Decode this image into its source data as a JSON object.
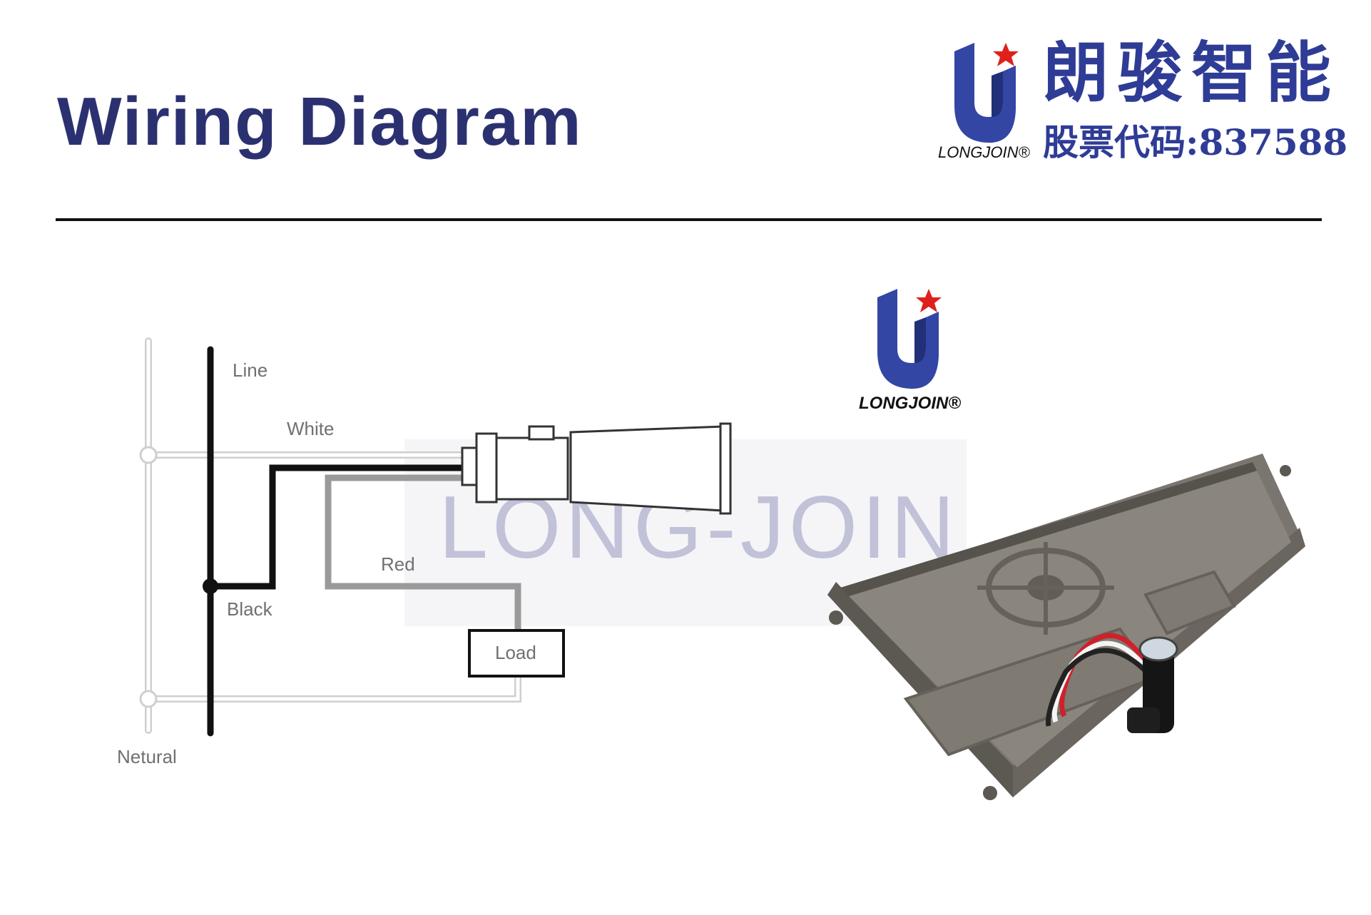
{
  "header": {
    "title": "Wiring Diagram",
    "brand_cn": "朗骏智能",
    "stock_code": "股票代码:837588",
    "logo_text": "LONGJOIN®"
  },
  "diagram": {
    "labels": {
      "line": "Line",
      "white": "White",
      "red": "Red",
      "black": "Black",
      "load": "Load",
      "neutral": "Netural"
    }
  },
  "product": {
    "logo_text": "LONGJOIN®",
    "watermark": "LONG-JOIN"
  },
  "colors": {
    "title": "#2b3170",
    "brand": "#2f3c96",
    "star": "#e0201c",
    "enclosure": "#6e6a63"
  }
}
